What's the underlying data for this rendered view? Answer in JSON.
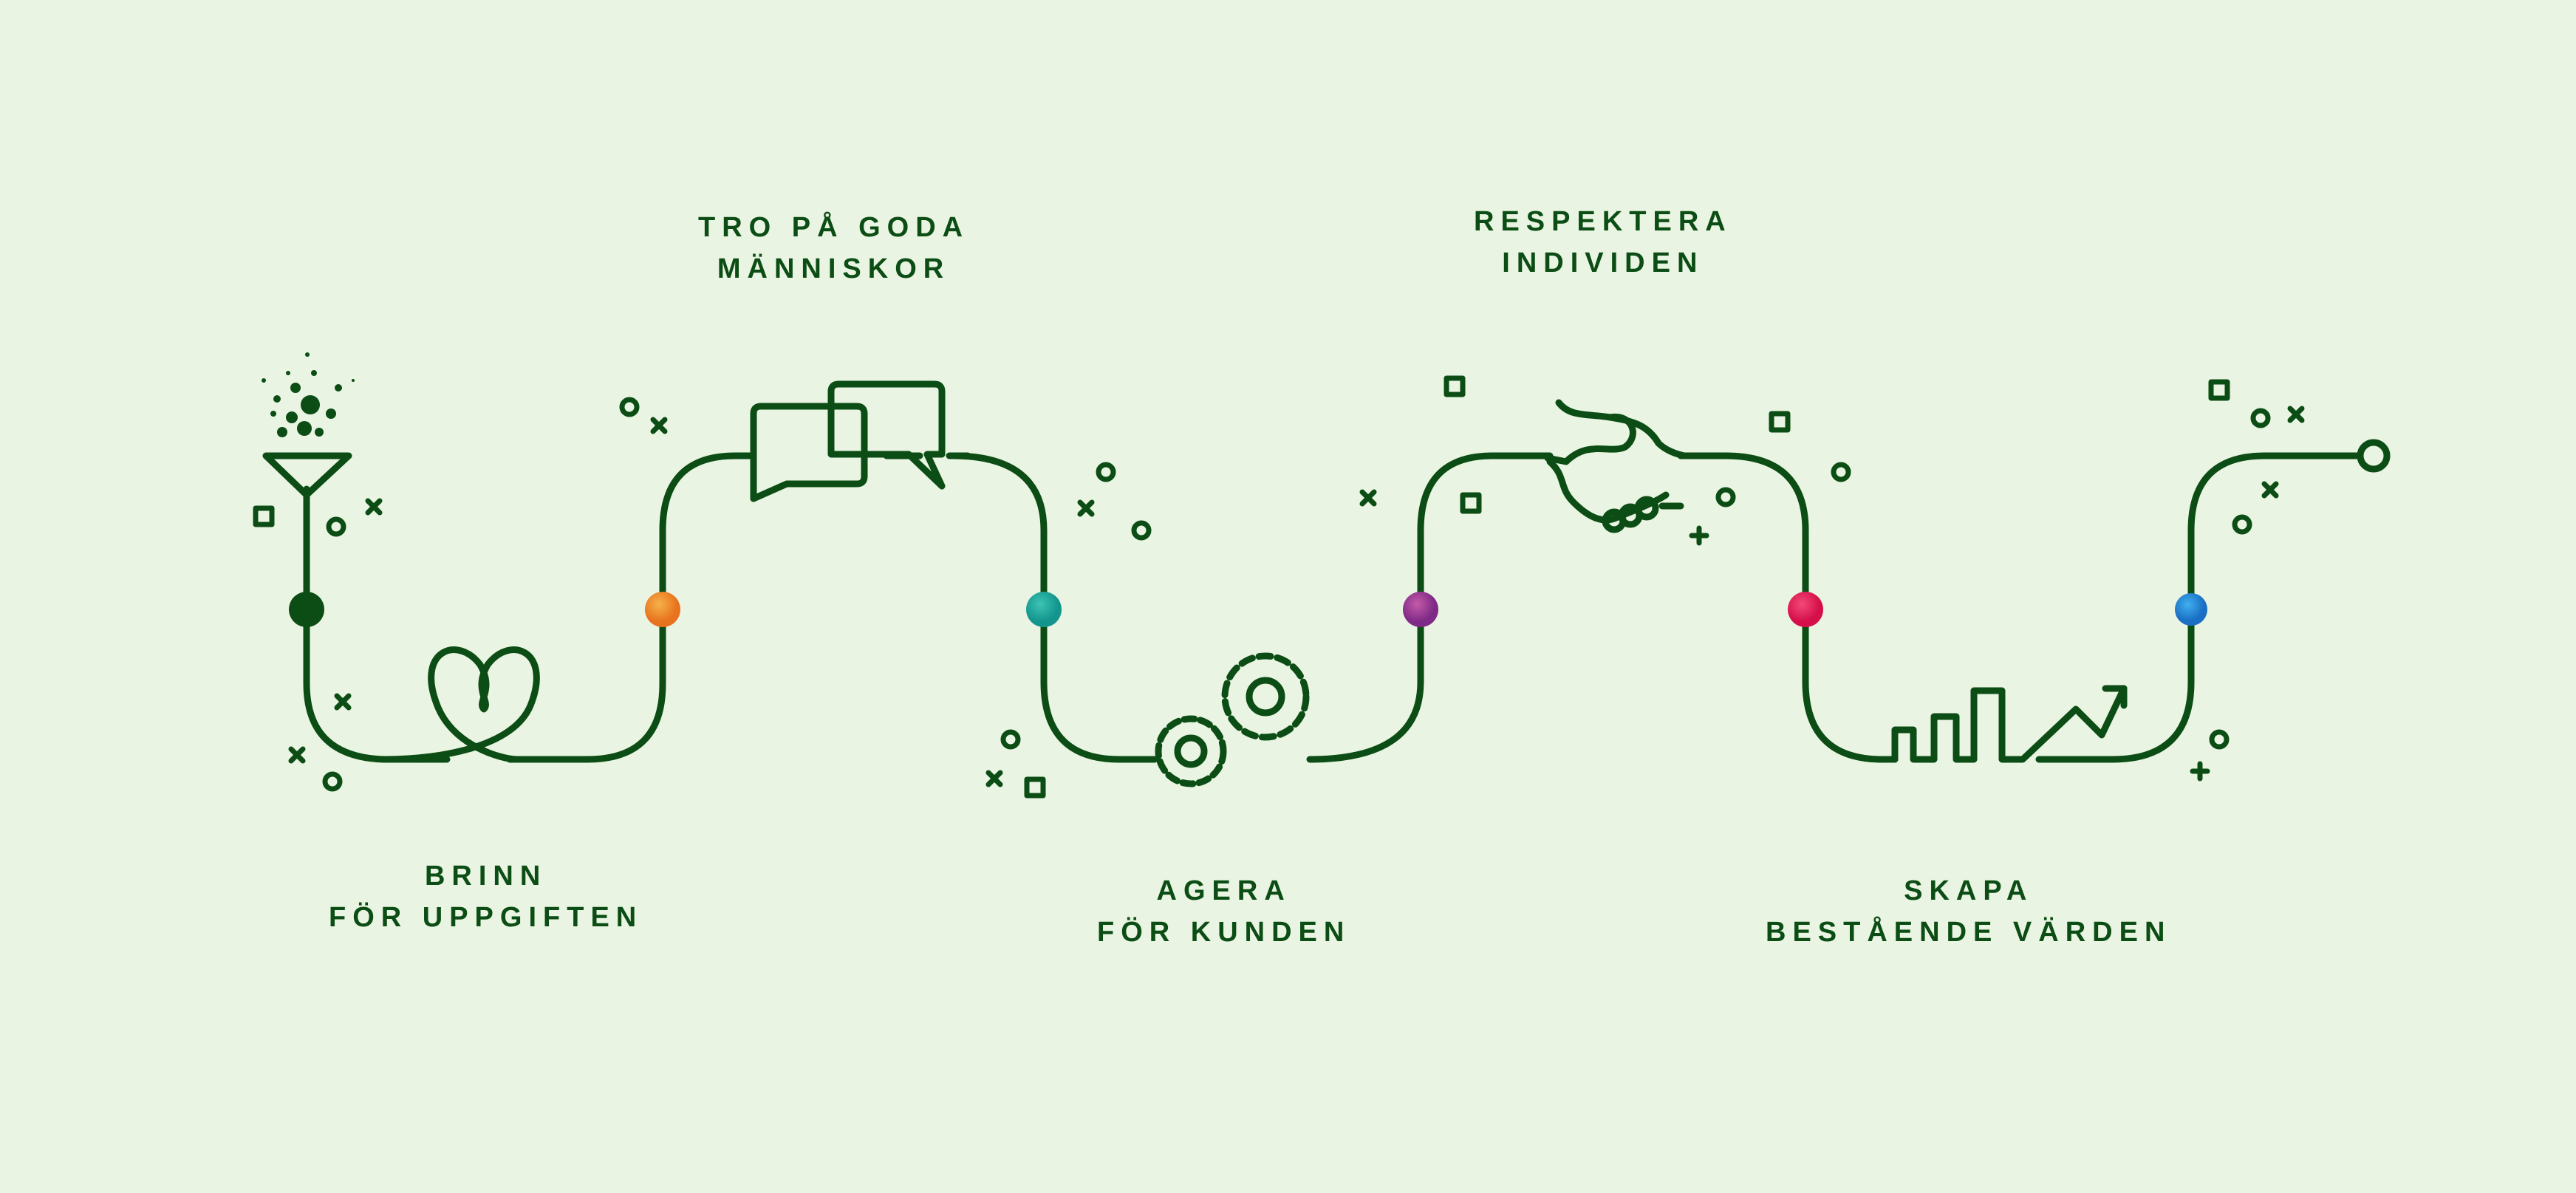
{
  "values": [
    {
      "id": "brinn",
      "line1": "BRINN",
      "line2": "FÖR UPPGIFTEN",
      "icon": "fountain-heart-icon",
      "dot_color": "#0b4d14"
    },
    {
      "id": "tro",
      "line1": "TRO PÅ GODA",
      "line2": "MÄNNISKOR",
      "icon": "chat-bubbles-icon",
      "dot_color": "#e8731e"
    },
    {
      "id": "agera",
      "line1": "AGERA",
      "line2": "FÖR KUNDEN",
      "icon": "gears-icon",
      "dot_color": "#16a39a"
    },
    {
      "id": "respektera",
      "line1": "RESPEKTERA",
      "line2": "INDIVIDEN",
      "icon": "handshake-icon",
      "dot_color": "#9a2f8c"
    },
    {
      "id": "skapa",
      "line1": "SKAPA",
      "line2": "BESTÅENDE VÄRDEN",
      "icon": "growth-chart-icon",
      "dot_color": "#e0124f"
    },
    {
      "id": "end",
      "icon": "end-circle-icon",
      "dot_color": "#1e88d8"
    }
  ],
  "colors": {
    "background": "#eaf4e2",
    "line": "#0b4d14"
  }
}
